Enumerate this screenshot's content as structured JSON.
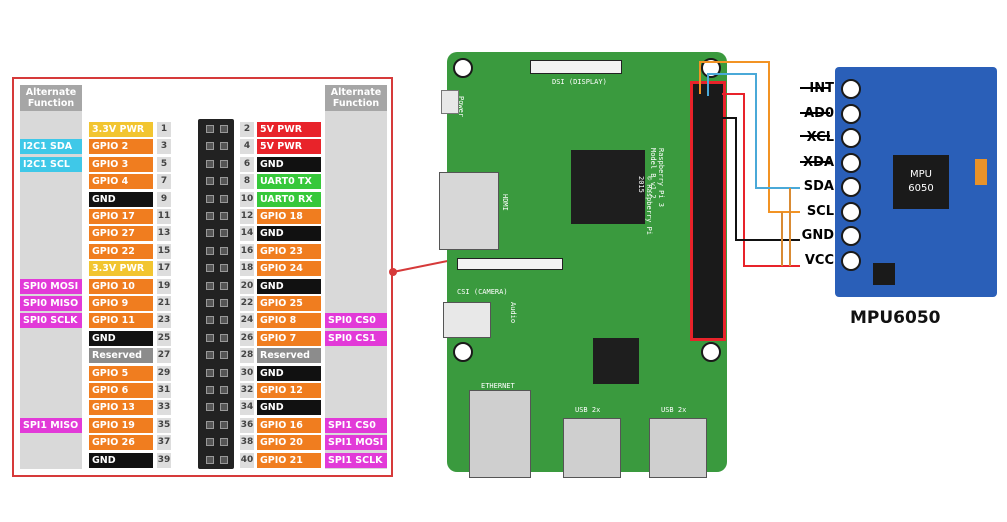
{
  "pinout": {
    "alt_header_left": "Alternate Function",
    "alt_header_right": "Alternate Function",
    "rows": [
      {
        "l_alt": "",
        "l_name": "3.3V PWR",
        "l_col": "#f2c530",
        "l_num": "1",
        "r_num": "2",
        "r_name": "5V PWR",
        "r_col": "#e8232a",
        "r_alt": ""
      },
      {
        "l_alt": "I2C1 SDA",
        "l_name": "GPIO 2",
        "l_col": "#f07d1f",
        "l_num": "3",
        "r_num": "4",
        "r_name": "5V PWR",
        "r_col": "#e8232a",
        "r_alt": ""
      },
      {
        "l_alt": "I2C1 SCL",
        "l_name": "GPIO 3",
        "l_col": "#f07d1f",
        "l_num": "5",
        "r_num": "6",
        "r_name": "GND",
        "r_col": "#111111",
        "r_alt": ""
      },
      {
        "l_alt": "",
        "l_name": "GPIO 4",
        "l_col": "#f07d1f",
        "l_num": "7",
        "r_num": "8",
        "r_name": "UART0 TX",
        "r_col": "#36c83a",
        "r_alt": ""
      },
      {
        "l_alt": "",
        "l_name": "GND",
        "l_col": "#111111",
        "l_num": "9",
        "r_num": "10",
        "r_name": "UART0 RX",
        "r_col": "#36c83a",
        "r_alt": ""
      },
      {
        "l_alt": "",
        "l_name": "GPIO 17",
        "l_col": "#f07d1f",
        "l_num": "11",
        "r_num": "12",
        "r_name": "GPIO 18",
        "r_col": "#f07d1f",
        "r_alt": ""
      },
      {
        "l_alt": "",
        "l_name": "GPIO 27",
        "l_col": "#f07d1f",
        "l_num": "13",
        "r_num": "14",
        "r_name": "GND",
        "r_col": "#111111",
        "r_alt": ""
      },
      {
        "l_alt": "",
        "l_name": "GPIO 22",
        "l_col": "#f07d1f",
        "l_num": "15",
        "r_num": "16",
        "r_name": "GPIO 23",
        "r_col": "#f07d1f",
        "r_alt": ""
      },
      {
        "l_alt": "",
        "l_name": "3.3V PWR",
        "l_col": "#f2c530",
        "l_num": "17",
        "r_num": "18",
        "r_name": "GPIO 24",
        "r_col": "#f07d1f",
        "r_alt": ""
      },
      {
        "l_alt": "SPI0 MOSI",
        "l_name": "GPIO 10",
        "l_col": "#f07d1f",
        "l_num": "19",
        "r_num": "20",
        "r_name": "GND",
        "r_col": "#111111",
        "r_alt": ""
      },
      {
        "l_alt": "SPI0 MISO",
        "l_name": "GPIO 9",
        "l_col": "#f07d1f",
        "l_num": "21",
        "r_num": "22",
        "r_name": "GPIO 25",
        "r_col": "#f07d1f",
        "r_alt": ""
      },
      {
        "l_alt": "SPI0 SCLK",
        "l_name": "GPIO 11",
        "l_col": "#f07d1f",
        "l_num": "23",
        "r_num": "24",
        "r_name": "GPIO 8",
        "r_col": "#f07d1f",
        "r_alt": "SPI0 CS0"
      },
      {
        "l_alt": "",
        "l_name": "GND",
        "l_col": "#111111",
        "l_num": "25",
        "r_num": "26",
        "r_name": "GPIO 7",
        "r_col": "#f07d1f",
        "r_alt": "SPI0 CS1"
      },
      {
        "l_alt": "",
        "l_name": "Reserved",
        "l_col": "#8c8c8c",
        "l_num": "27",
        "r_num": "28",
        "r_name": "Reserved",
        "r_col": "#8c8c8c",
        "r_alt": ""
      },
      {
        "l_alt": "",
        "l_name": "GPIO 5",
        "l_col": "#f07d1f",
        "l_num": "29",
        "r_num": "30",
        "r_name": "GND",
        "r_col": "#111111",
        "r_alt": ""
      },
      {
        "l_alt": "",
        "l_name": "GPIO 6",
        "l_col": "#f07d1f",
        "l_num": "31",
        "r_num": "32",
        "r_name": "GPIO 12",
        "r_col": "#f07d1f",
        "r_alt": ""
      },
      {
        "l_alt": "",
        "l_name": "GPIO 13",
        "l_col": "#f07d1f",
        "l_num": "33",
        "r_num": "34",
        "r_name": "GND",
        "r_col": "#111111",
        "r_alt": ""
      },
      {
        "l_alt": "SPI1 MISO",
        "l_name": "GPIO 19",
        "l_col": "#f07d1f",
        "l_num": "35",
        "r_num": "36",
        "r_name": "GPIO 16",
        "r_col": "#f07d1f",
        "r_alt": "SPI1 CS0"
      },
      {
        "l_alt": "",
        "l_name": "GPIO 26",
        "l_col": "#f07d1f",
        "l_num": "37",
        "r_num": "38",
        "r_name": "GPIO 20",
        "r_col": "#f07d1f",
        "r_alt": "SPI1 MOSI"
      },
      {
        "l_alt": "",
        "l_name": "GND",
        "l_col": "#111111",
        "l_num": "39",
        "r_num": "40",
        "r_name": "GPIO 21",
        "r_col": "#f07d1f",
        "r_alt": "SPI1 SCLK"
      }
    ]
  },
  "colors": {
    "i2c": "#3fc8e8",
    "spi": "#e23ad8",
    "frame": "#d63a3a",
    "board": "#3a9a3e",
    "mpu": "#2a5fb8"
  },
  "rpi": {
    "power": "Power",
    "dsi": "DSI (DISPLAY)",
    "hdmi": "HDMI",
    "csi": "CSI (CAMERA)",
    "audio": "Audio",
    "ethernet": "ETHERNET",
    "usb1": "USB 2x",
    "usb2": "USB 2x",
    "model": "Raspberry Pi 3 Model B v1.2",
    "copyright": "© Raspberry Pi 2015"
  },
  "mpu": {
    "title": "MPU6050",
    "chip_line1": "MPU",
    "chip_line2": "6050",
    "pins": [
      "INT",
      "AD0",
      "XCL",
      "XDA",
      "SDA",
      "SCL",
      "GND",
      "VCC"
    ]
  }
}
